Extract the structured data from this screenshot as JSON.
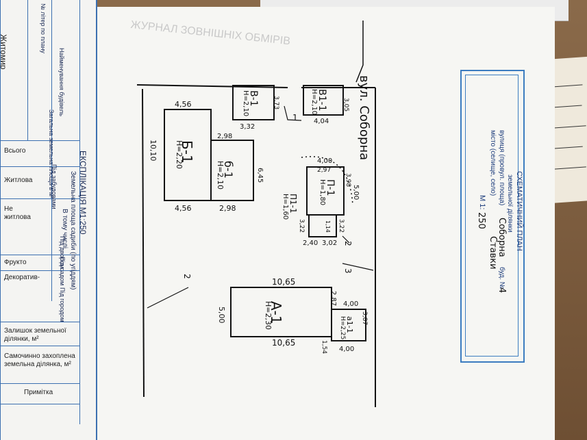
{
  "stamp": {
    "title": "СХЕМАТИЧНИЙ ПЛАН",
    "subtitle": "земельної ділянки",
    "street_prefix": "вулиця (провул. площа)",
    "street_name": "Соборна",
    "house_label": "буд. №",
    "house_number": "4",
    "city_prefix": "місто (селище, село)",
    "city_name": "Ставки",
    "scale_label": "М 1:",
    "scale_value": "250"
  },
  "street_label": "вул. Соборна",
  "buildings": [
    {
      "label": "А-1",
      "height": "Н=2,30"
    },
    {
      "label": "а1-1",
      "height": "Н=2,25"
    },
    {
      "label": "Б-1",
      "height": "Н=2,20"
    },
    {
      "label": "б-1",
      "height": "Н=2,10"
    },
    {
      "label": "В-1",
      "height": "Н=2,10"
    },
    {
      "label": "В1-1",
      "height": "Н=2,10"
    },
    {
      "label": "П-1",
      "height": "Н=1,80"
    },
    {
      "label": "П1-1",
      "height": "Н=1,60"
    }
  ],
  "dimensions": [
    "10,65",
    "5,00",
    "10,65",
    "2,87",
    "4,00",
    "3,87",
    "1,54",
    "4,00",
    "4,56",
    "2,98",
    "4,56",
    "2,98",
    "6,45",
    "10,10",
    "3,73",
    "3,32",
    "3,05",
    "4,04",
    "4,00",
    "2,97",
    "3,98",
    "5,00",
    "3,22",
    "3,22",
    "2,40",
    "3,02",
    "1,14"
  ],
  "markers": [
    "1",
    "2",
    "2",
    "3"
  ],
  "left_table": {
    "title": "ЕКСПЛІКАЦІЯ М1:250",
    "area_title": "Земельна площа садиби (по угіддям)",
    "including": "В тому числі",
    "rows": [
      "Всього",
      "Житлова",
      "Не житлова",
      "Фрукто",
      "Декоратив-",
      "Залишок земельної ділянки, м²",
      "Самочинно захоплена земельна ділянка, м²",
      "Примітка"
    ],
    "col_headers": [
      "№ літер по плану",
      "Найменування будівель",
      "Загальна земельна площа в м²",
      "Під забудовами",
      "Під двором",
      "Під садом",
      "Під городом"
    ],
    "side_text": "Житомир"
  },
  "ghost_title": "ЖУРНАЛ ЗОВНІШНІХ ОБМІРІВ"
}
